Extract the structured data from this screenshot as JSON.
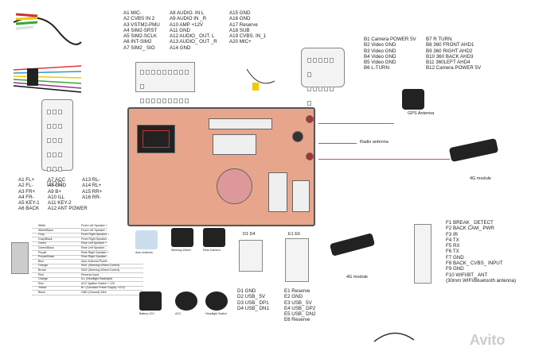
{
  "pins_a": {
    "col1": [
      "A1 MIC-",
      "A2 CVBS IN 2",
      "A3 VSTM2-PMU",
      "A4 SIM2-SRST",
      "A5 SIM2-SCLK",
      "A6 INT-SIM2",
      "A7 SIM2_ SIO"
    ],
    "col2": [
      "A8 AUDIO. IN L",
      "A9 AUDIO IN _R",
      "A10 AMP +12V",
      "A11 GND",
      "A12 AUDIO_ OUT. L",
      "A13 AUDIO_ OUT _R",
      "A14 GND"
    ],
    "col3": [
      "A15 GND",
      "A16 GND",
      "A17 Reserve",
      "A18 SUB",
      "A19 CVBS. IN_1",
      "A20 MIC+"
    ]
  },
  "pins_b": {
    "col1": [
      "B1 Camera POWER 5V",
      "B2 Video GND",
      "B3 Video GND",
      "B4 Video GND",
      "B5 Video GND",
      "B6 L-TURN"
    ],
    "col2": [
      "B7 R TURN",
      "B8 360 FRONT AHD1",
      "B9 360 RIGHT AHD2",
      "B10 360 BACK AHD3",
      "B11 360LEFT AHD4",
      "B12 Camera POWER 5V"
    ]
  },
  "pins_power": {
    "col1": [
      "A1 FL+",
      "A2 FL-",
      "A3 FR+",
      "A4 FR-",
      "A5 KEY-1",
      "A6 BACK"
    ],
    "col2": [
      "A7 ACC",
      "A8 GND",
      "A9 B+",
      "A10 ILL",
      "A11 KEY-2",
      "A12 ANT POWER"
    ],
    "col3": [
      "A13 RL-",
      "A14 RL+",
      "A15 RR+",
      "A16 RR-"
    ]
  },
  "pins_f": [
    "F1 BREAK_ DETECT",
    "F2 BACK CAM_ PWR",
    "F3 IR",
    "F4 TX",
    "F5 RX",
    "F6 TX",
    "F7 GND",
    "F8 BACK_ CVBS_ INPUT",
    "F9 GND",
    "F10 WIFI/BT_ ANT",
    "(30mm WIFI/Bluetooth antenna)"
  ],
  "pins_d": [
    "D1 GND",
    "D2 USB_ 5V",
    "D3 USB_ DP1",
    "D4 USB_ DN1"
  ],
  "pins_e": [
    "E1 Reserve",
    "E2 GND",
    "E3 USB_ 5V",
    "E4 USB_ DP2",
    "E5 USB_ DN2",
    "E6 Reserve"
  ],
  "labels": {
    "gps": "GPS Antenna",
    "radio": "Radio antenna",
    "module4g_right": "4G module",
    "module4g_bottom": "4G module",
    "d_header": "D1  D4",
    "e_header": "E1  E6"
  },
  "harness": {
    "wire_colors": [
      "White",
      "White/Black",
      "Gray",
      "Gray/Black",
      "Green",
      "Green/Black",
      "Purple",
      "Purple/Black",
      "Blue",
      "Orange",
      "Brown",
      "Red",
      "Orange",
      "Red",
      "Yellow",
      "Black"
    ],
    "functions": [
      "Front Left Speaker +",
      "Front Left Speaker -",
      "Front Right Speaker +",
      "Front Right Speaker -",
      "Rear Left Speaker +",
      "Rear Left Speaker -",
      "Rear Right Speaker +",
      "Rear Right Speaker -",
      "Auto Antenna Power",
      "SW1 (Steering Wheel Control)",
      "SW2 (Steering Wheel Control)",
      "Reverse Input",
      "ILL (Headlight Backlight)",
      "ACC Ignition Switch + 12V",
      "B+ (Constant Power Supply +12V)",
      "GND (Ground) Wire"
    ],
    "devices": [
      "Auto Antenna",
      "Steering Wheel",
      "Rear Camera",
      "Battery 12V",
      "ACC",
      "Headlight Switch"
    ],
    "hex": [
      "#f5f5f5",
      "#ddd",
      "#999",
      "#777",
      "#3a3",
      "#393",
      "#939",
      "#737",
      "#36c",
      "#f80",
      "#840",
      "#d00",
      "#f90",
      "#e00",
      "#ec0",
      "#111"
    ]
  },
  "watermark": "Avito"
}
